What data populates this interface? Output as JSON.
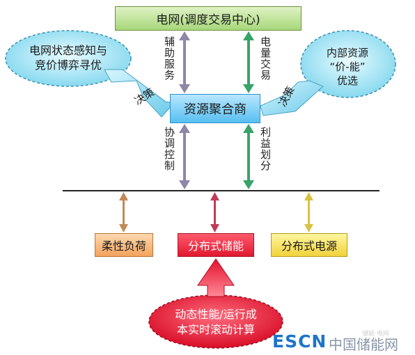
{
  "diagram": {
    "grid": "电网(调度交易中心)",
    "aggregator": "资源聚合商",
    "aux_service": "辅助服务",
    "energy_trade": "电量交易",
    "coord_control": "协调控制",
    "benefit_share": "利益划分",
    "left_bubble": [
      "电网状态感知与",
      "竞价博弈寻优"
    ],
    "right_bubble": [
      "内部资源",
      "“价-能”",
      "优选"
    ],
    "decision_left": "决策",
    "decision_right": "决策",
    "flexible_load": "柔性负荷",
    "storage": "分布式储能",
    "power_source": "分布式电源",
    "bottom_bubble": [
      "动态性能/运行成",
      "本实时滚动计算"
    ]
  },
  "watermark": {
    "small": "储能·电网",
    "brand_en": "ESCN",
    "brand_cn": "中国储能网"
  },
  "colors": {
    "grid_box": "#a7d77a",
    "aggregator_box": "#58bff0",
    "flexible_load_box": "#f3a35c",
    "storage_box": "#e0182f",
    "power_source_box": "#f1d23a",
    "bubble_left_right": "#8fe0f2",
    "bubble_bottom": "#e3102c",
    "arrow_service": "#8f87a8",
    "arrow_trade": "#37a36a",
    "arrow_load": "#c28b55",
    "arrow_storage": "#c23a5a",
    "arrow_source": "#d8c240"
  }
}
